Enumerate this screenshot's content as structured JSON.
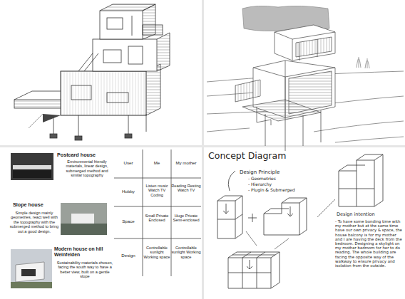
{
  "diagram": {
    "labels": [
      "Postcard house",
      "Environmental friendly materials, linear design, submerged method and similar topography",
      "Slope house",
      "Simple design mainly geometries, react well with the topography with the submerged method to bring out a good design.",
      "Modern house on hill Weinfelden",
      "Sustainability materials chosen, facing the south way to have a better view, built on a gentle slope",
      "User",
      "Me",
      "My mother",
      "Hobby",
      "Listen music Watch TV Coding",
      "Reading Resting Watch TV",
      "Space",
      "Small Private Enclosed",
      "Huge Private Semi-enclosed",
      "Design",
      "Controllable sunlight Working space",
      "Controllable sunlight Working space",
      "Concept Diagram",
      "Design Principle",
      "- Geometries",
      "- Hierarchy",
      "- Plugin & Submerged",
      "Design intention",
      "- To have some bonding time with my mother but at the same time have our own privacy & space, the house balcony is for my mother and I are having the deck from the bedroom. Designing a skylight on my mother bedroom for her to do reading. The whole building are facing the opposite way of the walkway to ensure privacy and isolation from the outside."
    ]
  }
}
